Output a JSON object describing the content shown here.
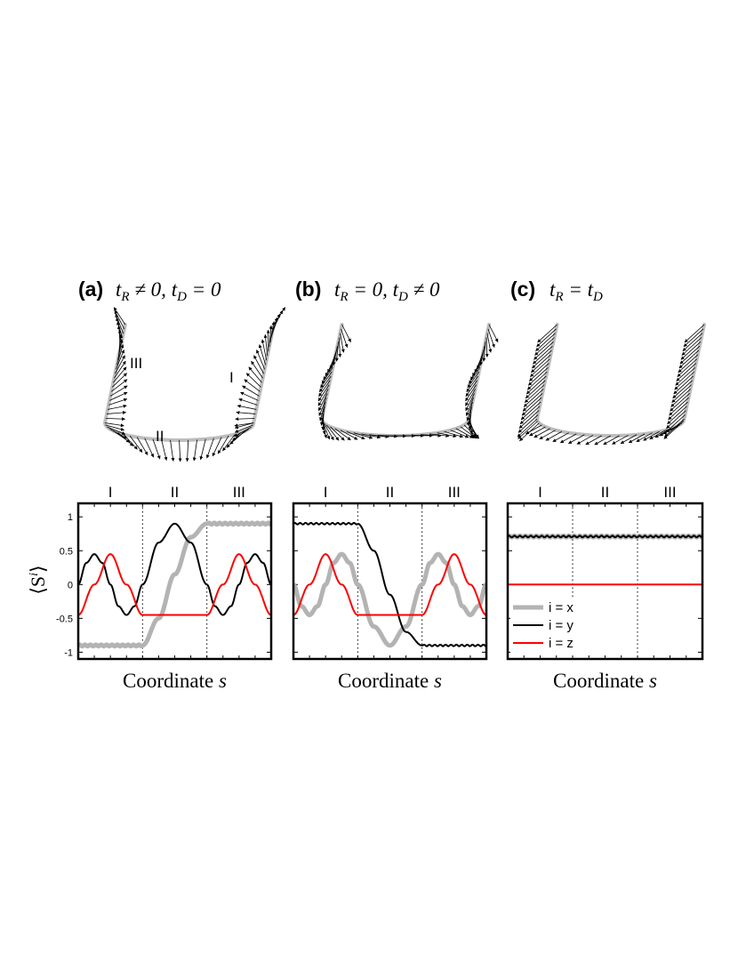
{
  "panels": [
    {
      "label": "(a)",
      "title_math": "t_R ≠ 0, t_D = 0",
      "title_parts": [
        "t",
        "R",
        " ≠ 0, ",
        "t",
        "D",
        " = 0"
      ],
      "u_labels": [
        "III",
        "I",
        "II"
      ],
      "region_labels": [
        "I",
        "II",
        "III"
      ],
      "xlabel": "Coordinate",
      "xlabel_var": "s"
    },
    {
      "label": "(b)",
      "title_math": "t_R = 0, t_D ≠ 0",
      "title_parts": [
        "t",
        "R",
        " = 0, ",
        "t",
        "D",
        " ≠ 0"
      ],
      "region_labels": [
        "I",
        "II",
        "III"
      ],
      "xlabel": "Coordinate",
      "xlabel_var": "s"
    },
    {
      "label": "(c)",
      "title_math": "t_R = t_D",
      "title_parts": [
        "t",
        "R",
        " = ",
        "t",
        "D",
        ""
      ],
      "region_labels": [
        "I",
        "II",
        "III"
      ],
      "xlabel": "Coordinate",
      "xlabel_var": "s"
    }
  ],
  "ylabel": "⟨S^i⟩",
  "ylabel_main": "⟨S",
  "ylabel_sup": "i",
  "ylabel_end": "⟩",
  "ytick_labels": [
    "1",
    "0.5",
    "0",
    "-0.5",
    "-1"
  ],
  "legend": [
    {
      "label": "i = x",
      "color": "#b3b3b3",
      "width": 5
    },
    {
      "label": "i = y",
      "color": "#000000",
      "width": 2
    },
    {
      "label": "i = z",
      "color": "#ff0000",
      "width": 2
    }
  ],
  "chart_data": [
    {
      "type": "line",
      "title": "(a) t_R ≠ 0, t_D = 0",
      "xlabel": "Coordinate s",
      "ylabel": "⟨S^i⟩",
      "ylim": [
        -1.1,
        1.2
      ],
      "xlim": [
        0,
        3
      ],
      "region_boundaries": [
        1,
        2
      ],
      "region_labels": [
        "I",
        "II",
        "III"
      ],
      "yticks": [
        1,
        0.5,
        0,
        -0.5,
        -1
      ],
      "series": [
        {
          "name": "i = x",
          "color": "#b3b3b3",
          "x": [
            0,
            0.5,
            1.0,
            1.25,
            1.5,
            1.75,
            2.0,
            2.5,
            3.0
          ],
          "y": [
            -0.9,
            -0.9,
            -0.9,
            -0.5,
            0.15,
            0.7,
            0.9,
            0.9,
            0.9
          ]
        },
        {
          "name": "i = y",
          "color": "#000000",
          "x": [
            0,
            0.125,
            0.25,
            0.375,
            0.5,
            0.625,
            0.75,
            0.875,
            1.0,
            1.25,
            1.5,
            1.75,
            2.0,
            2.125,
            2.25,
            2.375,
            2.5,
            2.625,
            2.75,
            2.875,
            3.0
          ],
          "y": [
            0.0,
            0.32,
            0.45,
            0.32,
            0.0,
            -0.32,
            -0.45,
            -0.32,
            0.0,
            0.62,
            0.9,
            0.62,
            0.0,
            -0.32,
            -0.45,
            -0.32,
            0.0,
            0.32,
            0.45,
            0.32,
            0.0
          ]
        },
        {
          "name": "i = z",
          "color": "#ff0000",
          "x": [
            0,
            0.25,
            0.5,
            0.75,
            1.0,
            1.5,
            2.0,
            2.25,
            2.5,
            2.75,
            3.0
          ],
          "y": [
            -0.45,
            0.0,
            0.45,
            0.0,
            -0.45,
            -0.45,
            -0.45,
            0.0,
            0.45,
            0.0,
            -0.45
          ]
        }
      ]
    },
    {
      "type": "line",
      "title": "(b) t_R = 0, t_D ≠ 0",
      "xlabel": "Coordinate s",
      "ylim": [
        -1.1,
        1.2
      ],
      "xlim": [
        0,
        3
      ],
      "region_boundaries": [
        1,
        2
      ],
      "region_labels": [
        "I",
        "II",
        "III"
      ],
      "series": [
        {
          "name": "i = x",
          "color": "#b3b3b3",
          "x": [
            0,
            0.125,
            0.25,
            0.375,
            0.5,
            0.625,
            0.75,
            0.875,
            1.0,
            1.25,
            1.5,
            1.75,
            2.0,
            2.125,
            2.25,
            2.375,
            2.5,
            2.625,
            2.75,
            2.875,
            3.0
          ],
          "y": [
            0.0,
            -0.32,
            -0.45,
            -0.32,
            0.0,
            0.32,
            0.45,
            0.32,
            0.0,
            -0.62,
            -0.9,
            -0.62,
            0.0,
            0.32,
            0.45,
            0.32,
            0.0,
            -0.32,
            -0.45,
            -0.32,
            0.0
          ]
        },
        {
          "name": "i = y",
          "color": "#000000",
          "x": [
            0,
            0.5,
            1.0,
            1.25,
            1.5,
            1.75,
            2.0,
            2.5,
            3.0
          ],
          "y": [
            0.9,
            0.9,
            0.9,
            0.5,
            -0.15,
            -0.7,
            -0.9,
            -0.9,
            -0.9
          ]
        },
        {
          "name": "i = z",
          "color": "#ff0000",
          "x": [
            0,
            0.25,
            0.5,
            0.75,
            1.0,
            1.5,
            2.0,
            2.25,
            2.5,
            2.75,
            3.0
          ],
          "y": [
            -0.45,
            0.0,
            0.45,
            0.0,
            -0.45,
            -0.45,
            -0.45,
            0.0,
            0.45,
            0.0,
            -0.45
          ]
        }
      ]
    },
    {
      "type": "line",
      "title": "(c) t_R = t_D",
      "xlabel": "Coordinate s",
      "ylim": [
        -1.1,
        1.2
      ],
      "xlim": [
        0,
        3
      ],
      "region_boundaries": [
        1,
        2
      ],
      "region_labels": [
        "I",
        "II",
        "III"
      ],
      "legend_position": "bottom-left",
      "series": [
        {
          "name": "i = x",
          "color": "#b3b3b3",
          "x": [
            0,
            3
          ],
          "y": [
            0.71,
            0.71
          ]
        },
        {
          "name": "i = y",
          "color": "#000000",
          "x": [
            0,
            3
          ],
          "y": [
            0.71,
            0.71
          ]
        },
        {
          "name": "i = z",
          "color": "#ff0000",
          "x": [
            0,
            3
          ],
          "y": [
            0.0,
            0.0
          ]
        }
      ]
    }
  ]
}
